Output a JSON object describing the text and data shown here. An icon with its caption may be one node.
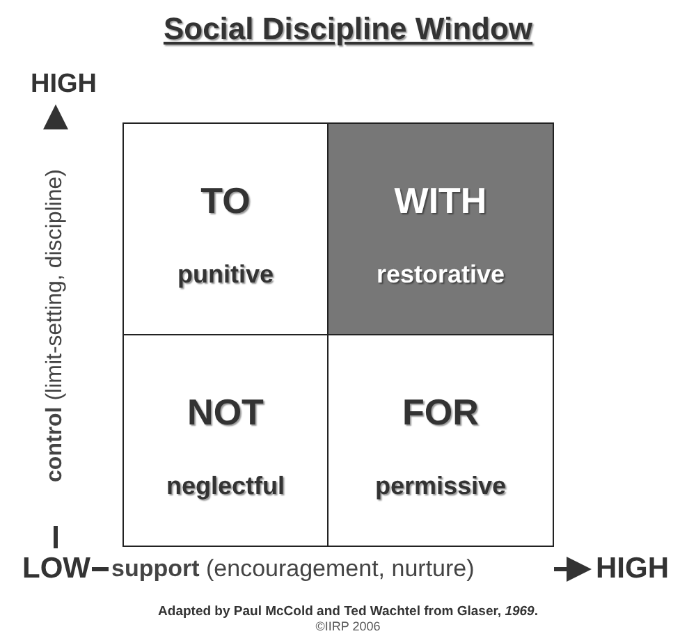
{
  "diagram": {
    "title": "Social Discipline Window",
    "nodes": [
      {
        "text": [
          "TO",
          "punitive"
        ]
      },
      {
        "text": [
          "WITH",
          "restorative"
        ]
      },
      {
        "text": [
          "NOT",
          "neglectful"
        ]
      },
      {
        "text": [
          "FOR",
          "permissive"
        ]
      }
    ],
    "labels": [
      "HIGH",
      "**control** (limit-setting, discipline)",
      "LOW",
      "**support** (encouragement, nurture)",
      "HIGH",
      "Adapted by Paul McCold and Ted Wachtel from Glaser, *1969*.",
      "©IIRP 2006"
    ]
  }
}
